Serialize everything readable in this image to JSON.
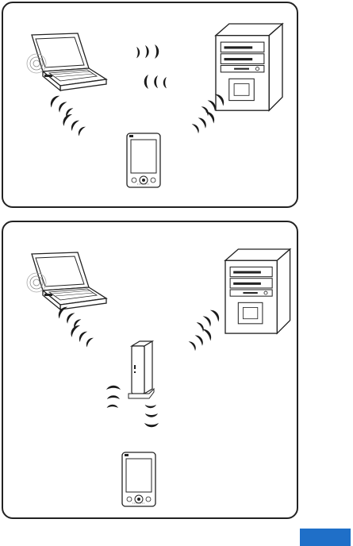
{
  "diagram": {
    "layouts": [
      {
        "id": "ad-hoc",
        "devices": [
          "notebook-computer",
          "desktop-computer",
          "pda"
        ]
      },
      {
        "id": "infrastructure",
        "devices": [
          "notebook-computer",
          "desktop-computer",
          "access-point",
          "pda"
        ]
      }
    ]
  },
  "colors": {
    "line": "#222222",
    "wave": "#1a1a1a",
    "tab": "#1f6fc8"
  },
  "icons": {
    "notebook": "laptop-icon",
    "desktop": "desktop-tower-icon",
    "pda": "pda-icon",
    "access_point": "access-point-icon",
    "signal": "wireless-signal-icon"
  }
}
